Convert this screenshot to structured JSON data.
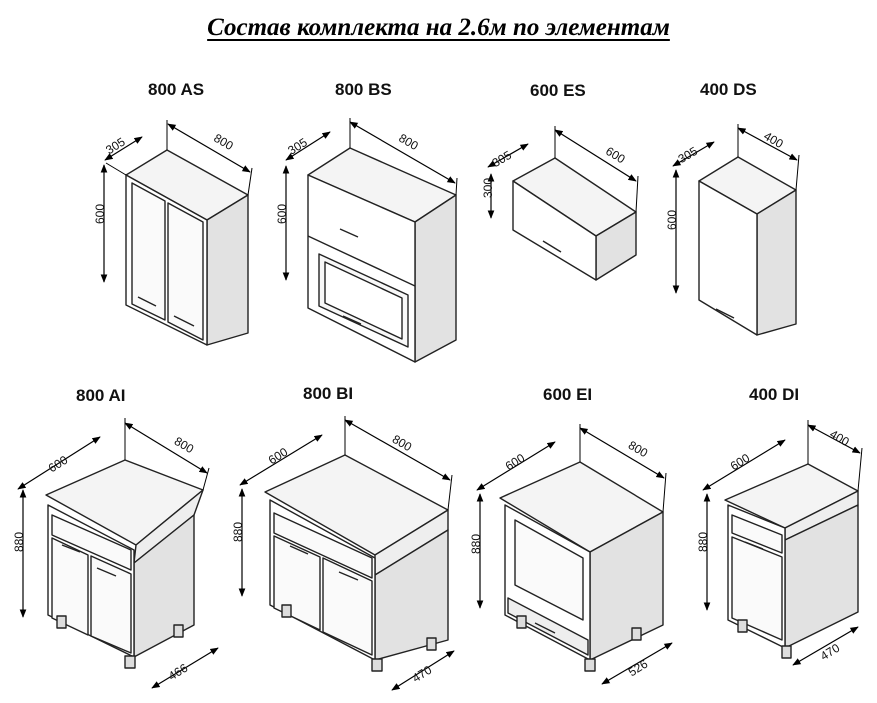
{
  "title": "Состав комплекта на 2.6м по элементам",
  "units": [
    {
      "id": "800as",
      "label": "800 AS",
      "depth": "305",
      "width": "800",
      "height": "600"
    },
    {
      "id": "800bs",
      "label": "800 BS",
      "depth": "305",
      "width": "800",
      "height": "600"
    },
    {
      "id": "600es",
      "label": "600 ES",
      "depth": "305",
      "width": "600",
      "height": "300"
    },
    {
      "id": "400ds",
      "label": "400 DS",
      "depth": "305",
      "width": "400",
      "height": "600"
    },
    {
      "id": "800ai",
      "label": "800 AI",
      "depth": "600",
      "width": "800",
      "height": "880",
      "base": "466"
    },
    {
      "id": "800bi",
      "label": "800 BI",
      "depth": "600",
      "width": "800",
      "height": "880",
      "base": "470"
    },
    {
      "id": "600ei",
      "label": "600 EI",
      "depth": "600",
      "width": "800",
      "height": "880",
      "base": "526"
    },
    {
      "id": "400di",
      "label": "400 DI",
      "depth": "600",
      "width": "400",
      "height": "880",
      "base": "470"
    }
  ]
}
